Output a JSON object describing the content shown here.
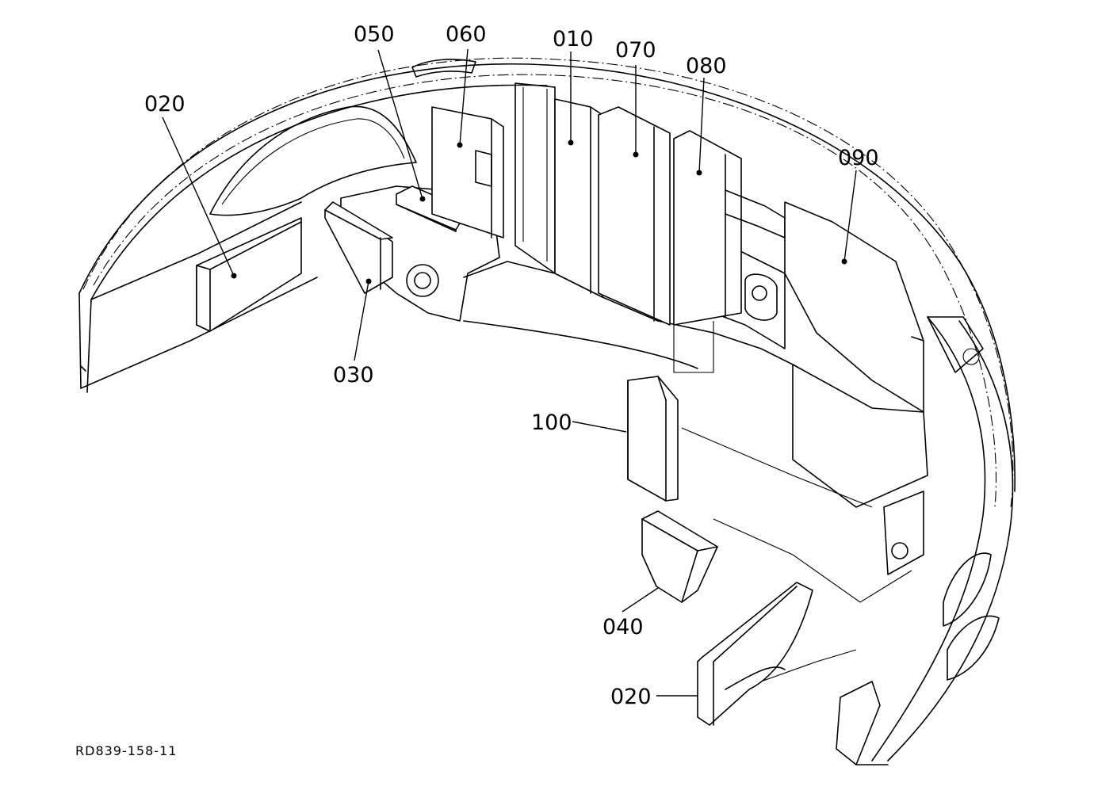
{
  "figure_code": "RD839-158-11",
  "callouts": [
    {
      "id": "c010",
      "text": "010"
    },
    {
      "id": "c020a",
      "text": "020"
    },
    {
      "id": "c020b",
      "text": "020"
    },
    {
      "id": "c030",
      "text": "030"
    },
    {
      "id": "c040",
      "text": "040"
    },
    {
      "id": "c050",
      "text": "050"
    },
    {
      "id": "c060",
      "text": "060"
    },
    {
      "id": "c070",
      "text": "070"
    },
    {
      "id": "c080",
      "text": "080"
    },
    {
      "id": "c090",
      "text": "090"
    },
    {
      "id": "c100",
      "text": "100"
    }
  ]
}
